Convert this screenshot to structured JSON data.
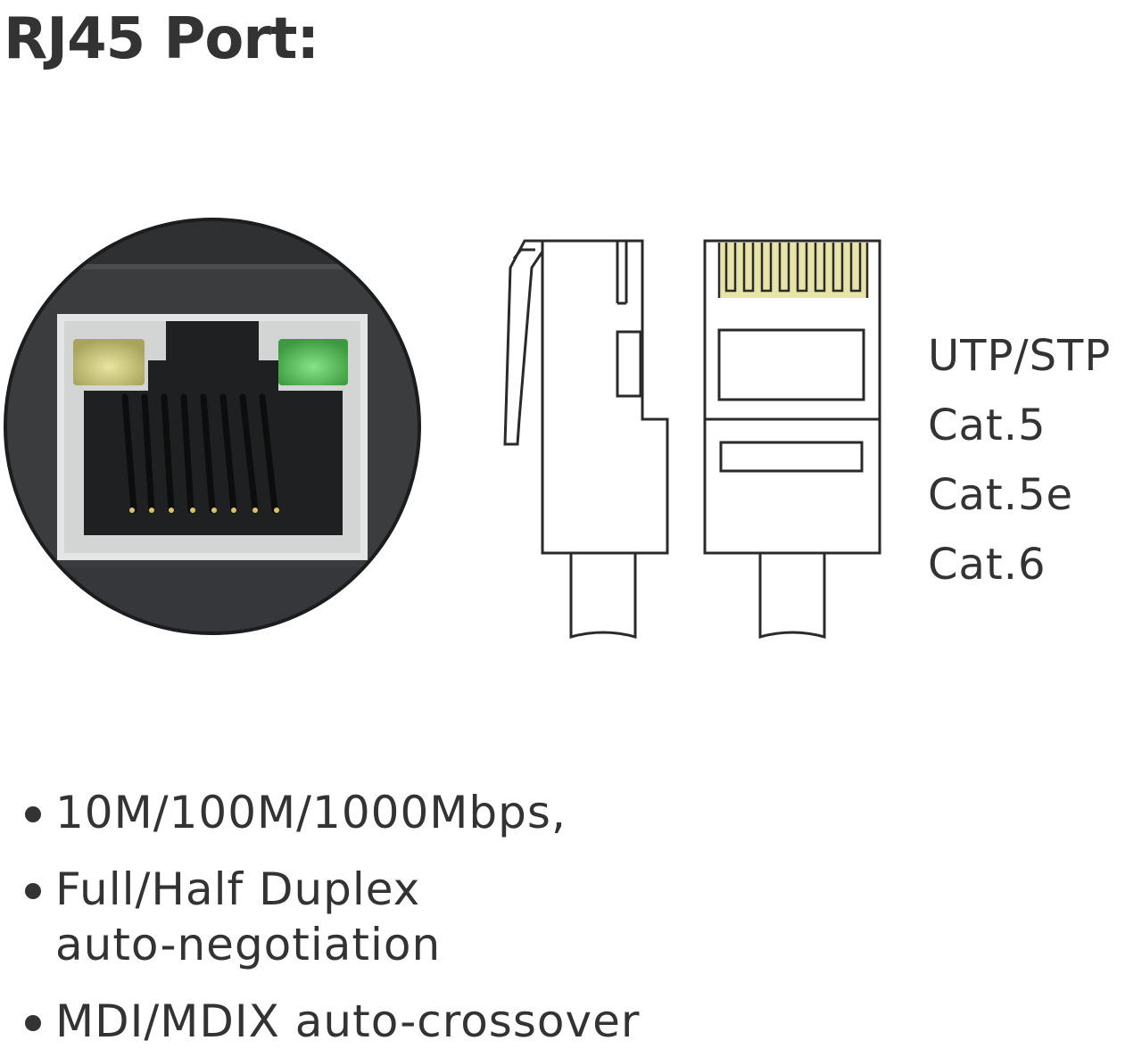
{
  "title": "RJ45 Port:",
  "cable_types": [
    "UTP/STP",
    "Cat.5",
    "Cat.5e",
    "Cat.6"
  ],
  "features": [
    "10M/100M/1000Mbps,",
    "Full/Half Duplex auto-negotiation",
    "MDI/MDIX auto-crossover"
  ],
  "colors": {
    "text": "#333333",
    "port_body": "#3a3c3e",
    "port_frame": "#e4e6e5",
    "led_left": "#c9c47a",
    "led_right": "#5cc65f",
    "plug_contacts": "#e6e4a8"
  }
}
